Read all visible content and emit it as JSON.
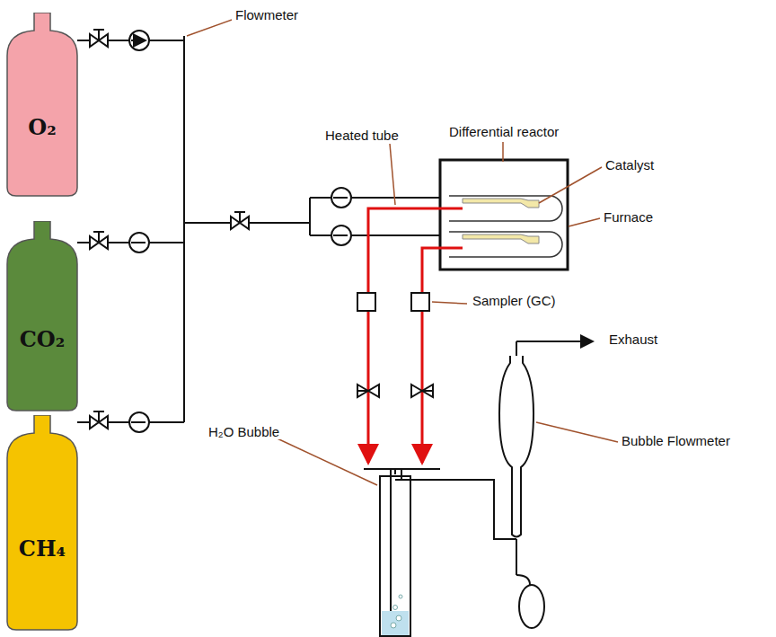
{
  "diagram": {
    "nodes": [
      {
        "text": [
          "O₂"
        ]
      },
      {
        "text": [
          "CO₂"
        ]
      },
      {
        "text": [
          "CH₄"
        ]
      }
    ],
    "labels": [
      "Flowmeter",
      "Heated tube",
      "Differential reactor",
      "Catalyst",
      "Furnace",
      "Sampler (GC)",
      "Exhaust",
      "H₂O Bubble",
      "Bubble Flowmeter"
    ]
  }
}
